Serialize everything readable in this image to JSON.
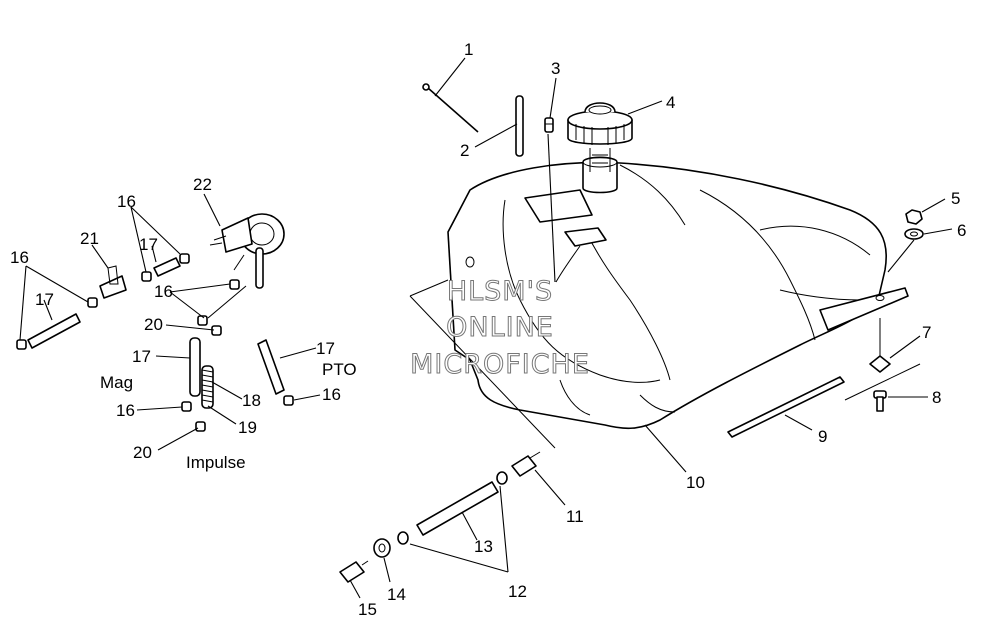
{
  "callouts": {
    "c1": "1",
    "c2": "2",
    "c3": "3",
    "c4": "4",
    "c5": "5",
    "c6": "6",
    "c7": "7",
    "c8": "8",
    "c9": "9",
    "c10": "10",
    "c11": "11",
    "c12": "12",
    "c13": "13",
    "c14": "14",
    "c15": "15",
    "c16a": "16",
    "c16b": "16",
    "c16c": "16",
    "c16d": "16",
    "c16e": "16",
    "c17a": "17",
    "c17b": "17",
    "c17c": "17",
    "c17d": "17",
    "c18": "18",
    "c19": "19",
    "c20a": "20",
    "c20b": "20",
    "c21": "21",
    "c22": "22"
  },
  "labels": {
    "pto": "PTO",
    "mag": "Mag",
    "impulse": "Impulse"
  },
  "watermark": {
    "line1": "HLSM'S",
    "line2": "ONLINE",
    "line3": "MICROFICHE"
  },
  "colors": {
    "ink": "#000000",
    "background": "#ffffff",
    "watermark_outline": "#777777"
  }
}
